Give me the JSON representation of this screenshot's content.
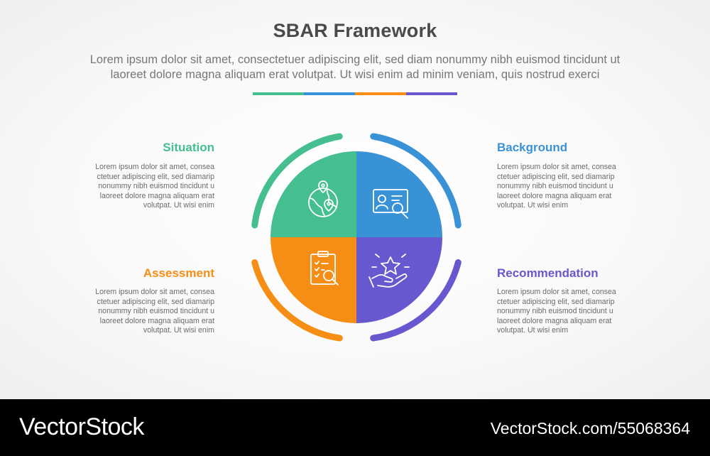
{
  "header": {
    "title": "SBAR Framework",
    "subtitle_line1": "Lorem ipsum dolor sit amet, consectetuer adipiscing elit, sed diam nonummy nibh euismod tincidunt ut",
    "subtitle_line2": "laoreet dolore magna aliquam erat volutpat. Ut wisi enim ad minim veniam, quis nostrud exerci"
  },
  "colors": {
    "situation": "#45bf8f",
    "background": "#3a92d6",
    "assessment": "#f68d14",
    "recommendation": "#6858cf"
  },
  "sections": {
    "situation": {
      "heading": "Situation",
      "icon": "globe-location-icon",
      "lines": [
        "Lorem ipsum dolor sit amet, consea",
        "ctetuer adipiscing elit, sed diamarip",
        "nonummy nibh euismod tincidunt u",
        "laoreet dolore magna aliquam erat",
        "volutpat. Ut wisi enim"
      ]
    },
    "background": {
      "heading": "Background",
      "icon": "id-card-search-icon",
      "lines": [
        "Lorem ipsum dolor sit amet, consea",
        "ctetuer adipiscing elit, sed diamarip",
        "nonummy nibh euismod tincidunt u",
        "laoreet dolore magna aliquam erat",
        "volutpat. Ut wisi enim"
      ]
    },
    "assessment": {
      "heading": "Assessment",
      "icon": "clipboard-search-icon",
      "lines": [
        "Lorem ipsum dolor sit amet, consea",
        "ctetuer adipiscing elit, sed diamarip",
        "nonummy nibh euismod tincidunt u",
        "laoreet dolore magna aliquam erat",
        "volutpat. Ut wisi enim"
      ]
    },
    "recommendation": {
      "heading": "Recommendation",
      "icon": "hand-star-icon",
      "lines": [
        "Lorem ipsum dolor sit amet, consea",
        "ctetuer adipiscing elit, sed diamarip",
        "nonummy nibh euismod tincidunt u",
        "laoreet dolore magna aliquam erat",
        "volutpat. Ut wisi enim"
      ]
    }
  },
  "footer": {
    "logo": "VectorStock",
    "url": "VectorStock.com/55068364"
  }
}
